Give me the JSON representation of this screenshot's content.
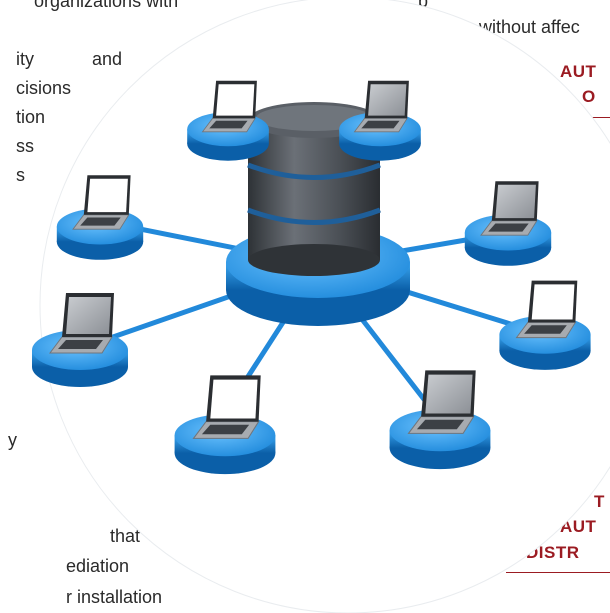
{
  "left_text": {
    "line0": "organizations with",
    "line1a": "ity",
    "line1b": "and",
    "line2": "cisions",
    "line3": "tion",
    "line4": "ss",
    "line5": "s",
    "line6": "y",
    "line7": "that",
    "line8": "ediation",
    "line9": "r installation"
  },
  "right_text": {
    "top_line0": "p",
    "top_line1": "without affec"
  },
  "headings": {
    "h1_line1": "AUT",
    "h1_line2": "O",
    "h2_line1": "T",
    "h2_line2": "AUT",
    "h2_line3": "DISTR"
  },
  "diagram": {
    "description_icon": "database-server-network",
    "hub_icon": "database-icon",
    "node_count": 8,
    "colors": {
      "disc_blue": "#1f8fe0",
      "disc_dark": "#0b5fa8",
      "cylinder": "#4a4f55",
      "circle_bg": "#ffffff",
      "accent": "#9b1b22"
    }
  }
}
